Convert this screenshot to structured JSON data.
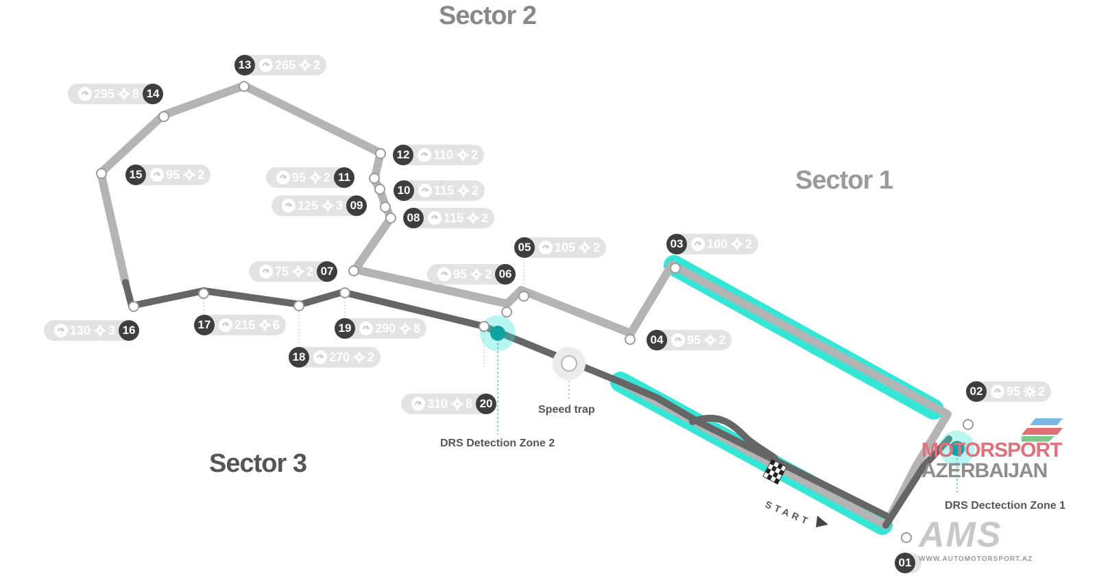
{
  "sectors": {
    "s1": "Sector 1",
    "s2": "Sector 2",
    "s3": "Sector 3"
  },
  "captions": {
    "speed_trap": "Speed trap",
    "drs_zone_2": "DRS Detection Zone 2",
    "drs_zone_1": "DRS Dectection Zone 1",
    "start": "START"
  },
  "turns": [
    {
      "num": "01",
      "speed": "",
      "gear": ""
    },
    {
      "num": "02",
      "speed": "95",
      "gear": "2"
    },
    {
      "num": "03",
      "speed": "100",
      "gear": "2"
    },
    {
      "num": "04",
      "speed": "95",
      "gear": "2"
    },
    {
      "num": "05",
      "speed": "105",
      "gear": "2"
    },
    {
      "num": "06",
      "speed": "95",
      "gear": "2"
    },
    {
      "num": "07",
      "speed": "75",
      "gear": "2"
    },
    {
      "num": "08",
      "speed": "115",
      "gear": "2"
    },
    {
      "num": "09",
      "speed": "125",
      "gear": "3"
    },
    {
      "num": "10",
      "speed": "115",
      "gear": "2"
    },
    {
      "num": "11",
      "speed": "95",
      "gear": "2"
    },
    {
      "num": "12",
      "speed": "110",
      "gear": "2"
    },
    {
      "num": "13",
      "speed": "265",
      "gear": "2"
    },
    {
      "num": "14",
      "speed": "295",
      "gear": "8"
    },
    {
      "num": "15",
      "speed": "95",
      "gear": "2"
    },
    {
      "num": "16",
      "speed": "130",
      "gear": "3"
    },
    {
      "num": "17",
      "speed": "215",
      "gear": "6"
    },
    {
      "num": "18",
      "speed": "270",
      "gear": "2"
    },
    {
      "num": "19",
      "speed": "290",
      "gear": "8"
    },
    {
      "num": "20",
      "speed": "310",
      "gear": "8"
    }
  ],
  "logo": {
    "line1": "MOTORSPORT",
    "line2": "AZERBAIJAN",
    "mark": "AMS",
    "url": "WWW.AUTOMOTORSPORT.AZ"
  },
  "colors": {
    "track_light": "#b4b4b4",
    "track_dark": "#666666",
    "drs": "#33e6d6",
    "drs_detect": "#0fa3a3",
    "badge_dark": "#3e3e3e",
    "pill_bg": "#e3e3e3"
  },
  "icons": [
    "speed-icon",
    "gear-icon",
    "checkered-flag-icon",
    "start-arrow-icon"
  ]
}
